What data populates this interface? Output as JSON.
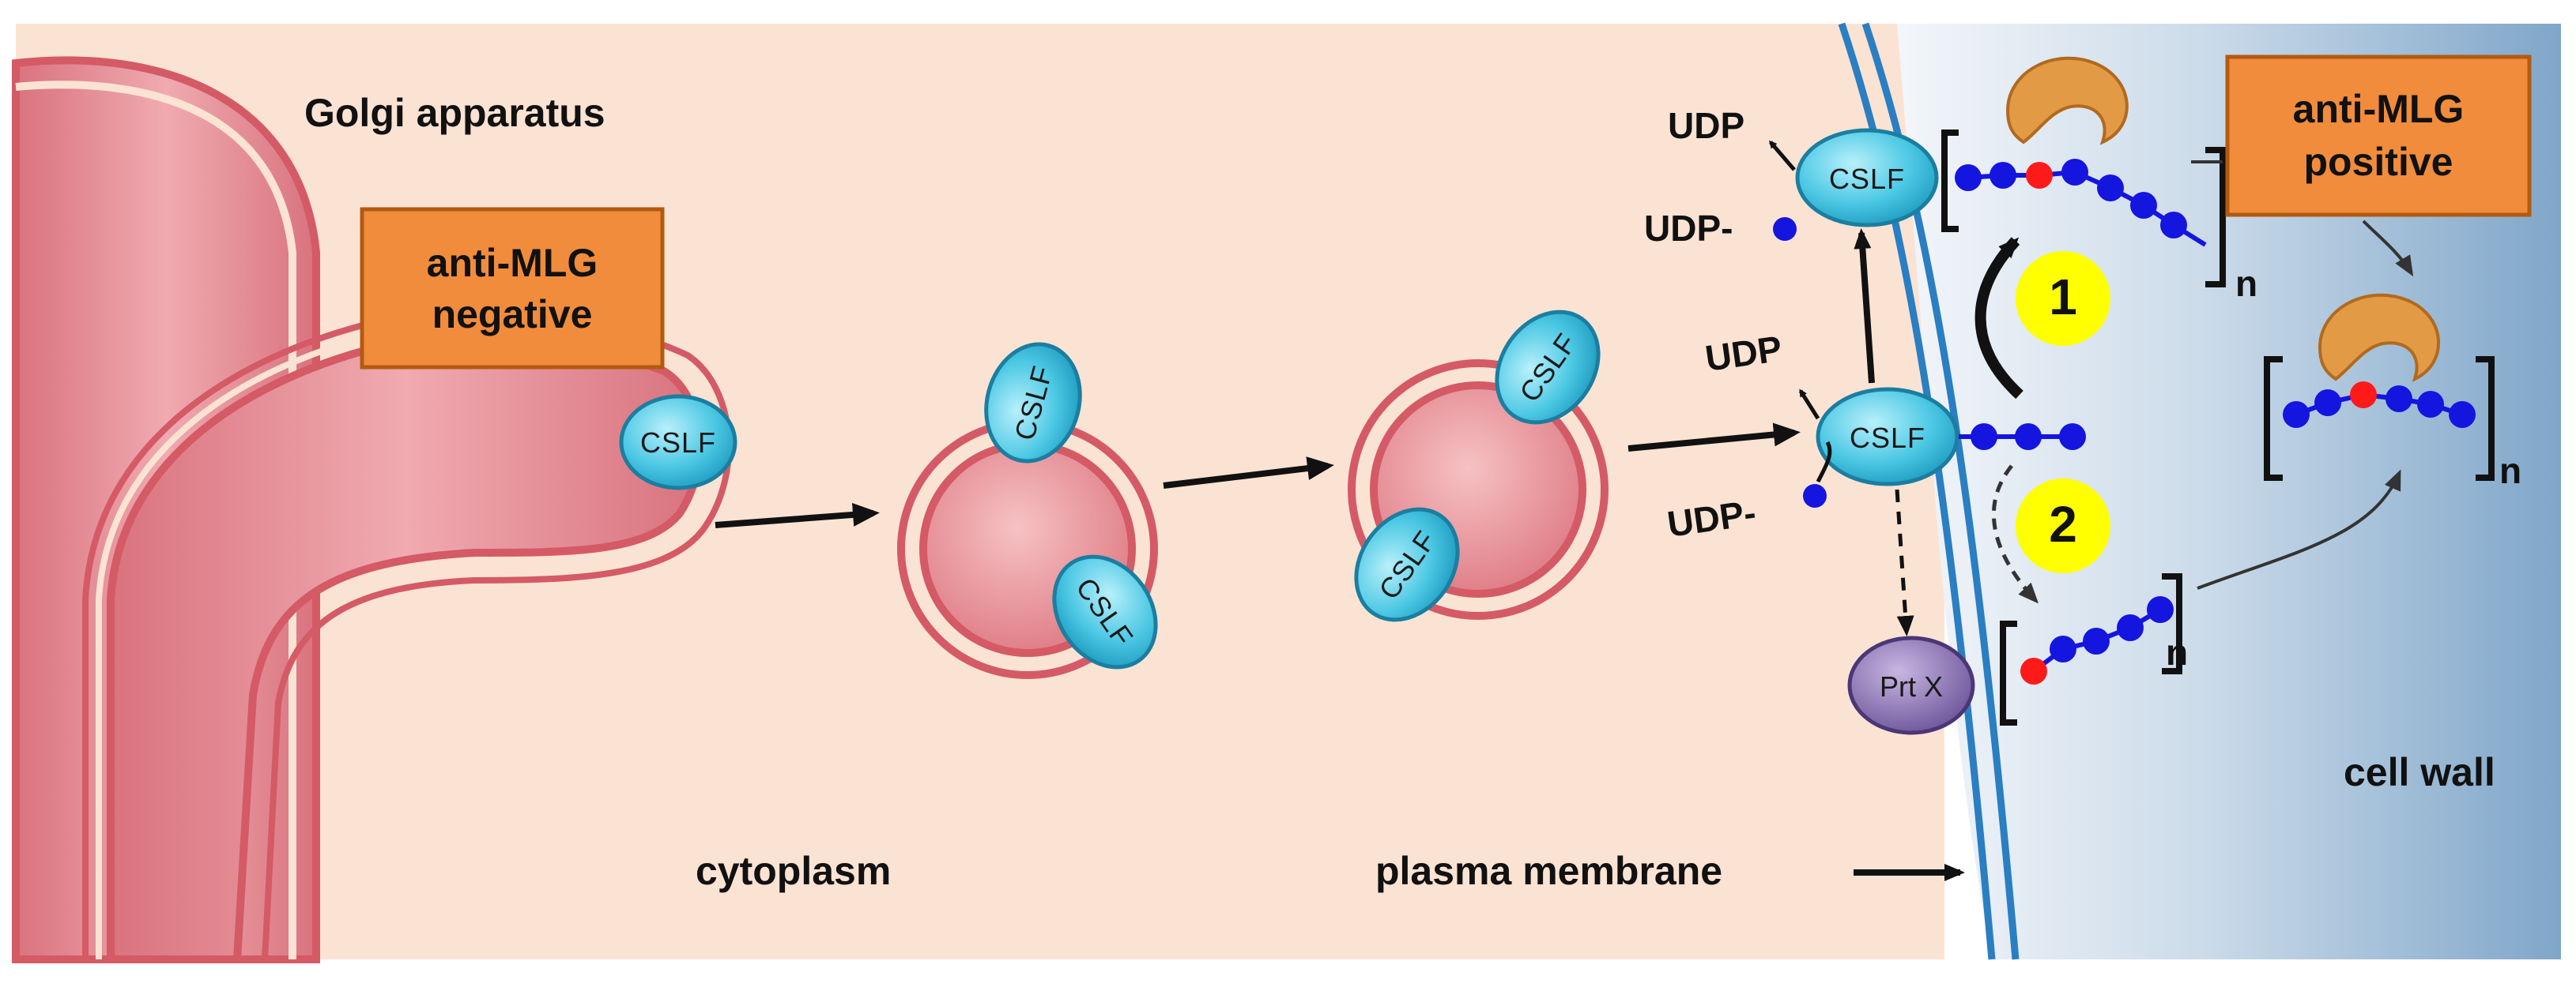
{
  "labels": {
    "golgi": "Golgi apparatus",
    "cytoplasm": "cytoplasm",
    "plasma_membrane": "plasma membrane",
    "cell_wall": "cell wall"
  },
  "boxes": {
    "negative_line1": "anti-MLG",
    "negative_line2": "negative",
    "positive_line1": "anti-MLG",
    "positive_line2": "positive"
  },
  "enzymes": {
    "cslf": "CSLF",
    "prt_x": "Prt X"
  },
  "nucleotides": {
    "udp": "UDP",
    "udp_glc": "UDP-"
  },
  "polymer": {
    "subscript": "n"
  },
  "steps": {
    "step1": "1",
    "step2": "2"
  },
  "colors": {
    "cytoplasm": "#fbe3d3",
    "cell_wall_light": "#eef3f8",
    "cell_wall_dark": "#7fa6c9",
    "membrane": "#2a7ec2",
    "golgi_fill": "#e8919a",
    "golgi_stroke": "#d45a66",
    "box_fill": "#f08c3c",
    "cslf_fill": "#5fd0e8",
    "cslf_stroke": "#1b7ea0",
    "prt_x_fill": "#8a6fb0",
    "glucose": "#1515e0",
    "red_residue": "#ff1a1a",
    "antibody": "#e39a44",
    "step_circle": "#ffff00"
  }
}
